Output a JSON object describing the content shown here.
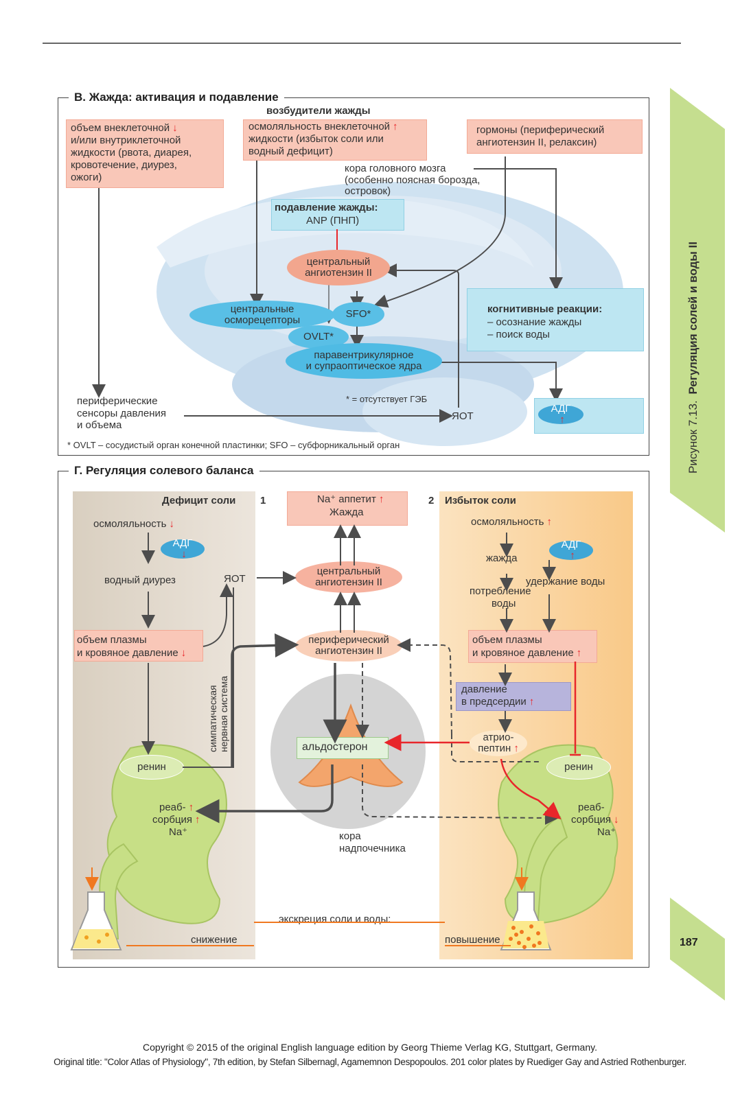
{
  "sidebar": {
    "figure_label": "Рисунок 7.13.",
    "figure_title": "Регуляция солей и воды II",
    "page_number": "187"
  },
  "sectionB": {
    "title": "В. Жажда: активация и подавление",
    "stimuli_heading": "возбудители жажды",
    "volume_box": "объем внеклеточной и/или внутриклеточной жидкости (рвота, диарея, кровотечение, диурез, ожоги)",
    "volume_box_lines": [
      "объем внеклеточной",
      "и/или внутриклеточной",
      "жидкости (рвота, диарея,",
      "кровотечение, диурез,",
      "ожоги)"
    ],
    "osmol_box_lines": [
      "осмоляльность внеклеточной",
      "жидкости (избыток соли или",
      "водный дефицит)"
    ],
    "hormones_box_lines": [
      "гормоны (периферический",
      "ангиотензин II, релаксин)"
    ],
    "cortex_lines": [
      "кора головного мозга",
      "(особенно поясная борозда,",
      "островок)"
    ],
    "suppression_title": "подавление жажды:",
    "suppression_text": "ANP (ПНП)",
    "central_angiotensin_lines": [
      "центральный",
      "ангиотензин II"
    ],
    "osmoreceptors_lines": [
      "центральные",
      "осморецепторы"
    ],
    "sfo": "SFO*",
    "ovlt": "OVLT*",
    "nuclei_lines": [
      "паравентрикулярное",
      "и супраоптическое ядра"
    ],
    "bbb_note": "* = отсутствует ГЭБ",
    "peripheral_lines": [
      "периферические",
      "сенсоры давления",
      "и объема"
    ],
    "yot": "ЯОТ",
    "cognitive_title": "когнитивные реакции:",
    "cognitive_items": [
      "– осознание жажды",
      "– поиск воды"
    ],
    "adh": "АДГ",
    "footnote": "* OVLT – сосудистый орган конечной пластинки; SFO – субфорникальный орган"
  },
  "sectionG": {
    "title": "Г. Регуляция солевого баланса",
    "left_header": "Дефицит соли",
    "left_num": "1",
    "right_num": "2",
    "right_header": "Избыток соли",
    "appetite_line1": "Na⁺ аппетит",
    "appetite_line2": "Жажда",
    "left": {
      "osmolality": "осмоляльность",
      "adh": "АДГ",
      "water_diuresis": "водный диурез",
      "yot": "ЯОТ",
      "plasma_lines": [
        "объем плазмы",
        "и кровяное давление"
      ],
      "sympathetic_lines": [
        "симпатическая",
        "нервная система"
      ],
      "renin": "ренин",
      "reabsorption_lines": [
        "реаб-",
        "сорбция",
        "Na⁺"
      ],
      "decrease": "снижение"
    },
    "center": {
      "central_angiotensin_lines": [
        "центральный",
        "ангиотензин II"
      ],
      "peripheral_angiotensin_lines": [
        "периферический",
        "ангиотензин II"
      ],
      "aldosterone": "альдостерон",
      "adrenal_cortex_lines": [
        "кора",
        "надпочечника"
      ],
      "excretion": "экскреция соли и воды:"
    },
    "right": {
      "osmolality": "осмоляльность",
      "thirst": "жажда",
      "adh": "АДГ",
      "water_retention": "удержание воды",
      "water_intake_lines": [
        "потребление",
        "воды"
      ],
      "plasma_lines": [
        "объем плазмы",
        "и кровяное давление"
      ],
      "atrial_pressure_lines": [
        "давление",
        "в предсердии"
      ],
      "atriopeptin_lines": [
        "атрио-",
        "пептин"
      ],
      "renin": "ренин",
      "reabsorption_lines": [
        "реаб-",
        "сорбция",
        "Na⁺"
      ],
      "increase": "повышение"
    }
  },
  "copyright": {
    "line1": "Copyright © 2015 of the original English language edition by Georg Thieme Verlag KG, Stuttgart, Germany.",
    "line2": "Original title: \"Color Atlas of Physiology\", 7th edition, by Stefan Silbernagl, Agamemnon Despopoulos. 201 color plates by Ruediger Gay and Astried Rothenburger."
  },
  "colors": {
    "sidebar_green": "#c5de8f",
    "salmon": "#f9c7b8",
    "light_blue": "#bde6f2",
    "arrow_red": "#e8262b",
    "arrow_gray": "#4d4d4d",
    "deficit_bg": "#e6ddd0",
    "excess_bg": "#fbd9a9",
    "kidney_green": "#c7df86"
  }
}
